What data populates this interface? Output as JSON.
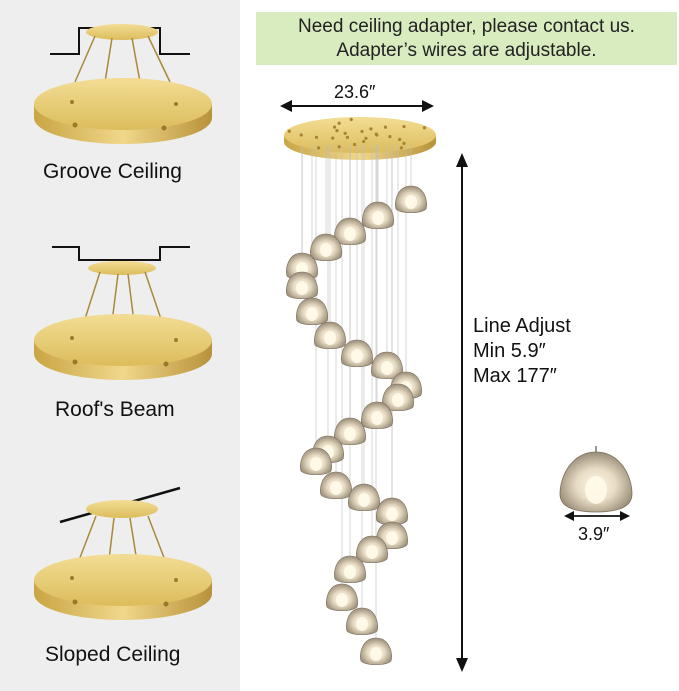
{
  "notice": {
    "line1": "Need ceiling adapter, please contact us.",
    "line2": "Adapter’s wires are adjustable."
  },
  "installations": [
    {
      "label": "Groove Ceiling",
      "icon": "groove-ceiling-mount-icon"
    },
    {
      "label": "Roof's Beam",
      "icon": "roof-beam-mount-icon"
    },
    {
      "label": "Sloped Ceiling",
      "icon": "sloped-ceiling-mount-icon"
    }
  ],
  "dimensions": {
    "canopy_width": "23.6″",
    "line_adjust": "Line Adjust",
    "line_min": "Min 5.9″",
    "line_max": "Max 177″",
    "globe_width": "3.9″"
  },
  "colors": {
    "gold": "#e2c56a",
    "gold_dark": "#b8963a",
    "panel": "#eeeeee",
    "notice_bg": "#d8ecc0"
  }
}
